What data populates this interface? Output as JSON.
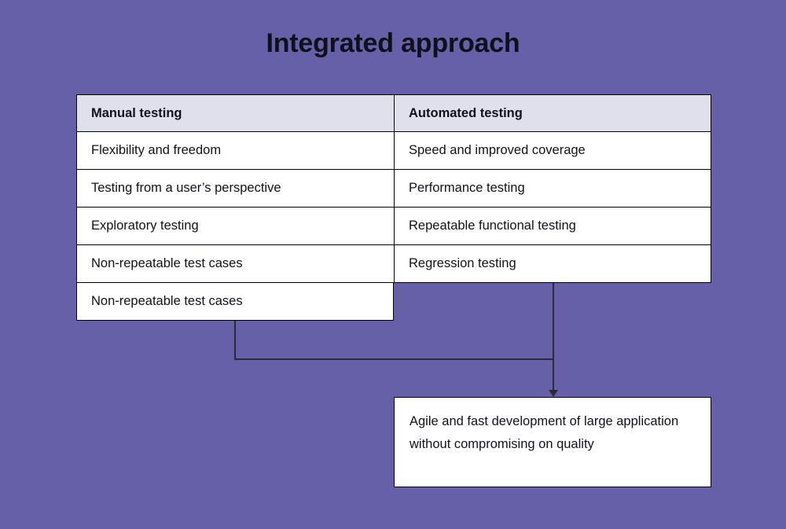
{
  "slide": {
    "title": "Integrated approach",
    "background_color": "#6660a8",
    "line_color": "#2a2a3c",
    "header_fill": "#dfe0ec",
    "cell_fill": "#ffffff",
    "text_color": "#12121a"
  },
  "table": {
    "headers": [
      "Manual testing",
      "Automated testing"
    ],
    "rows": [
      [
        "Flexibility and freedom",
        "Speed and improved coverage"
      ],
      [
        "Testing from a user’s perspective",
        "Performance testing"
      ],
      [
        "Exploratory testing",
        "Repeatable functional testing"
      ],
      [
        "Non-repeatable test cases",
        "Regression testing"
      ],
      [
        "Non-repeatable test cases",
        ""
      ]
    ]
  },
  "outcome": {
    "text": "Agile and fast development of large application without compromising on quality"
  },
  "connector": {
    "arrow_icon": "arrow-down-icon"
  }
}
